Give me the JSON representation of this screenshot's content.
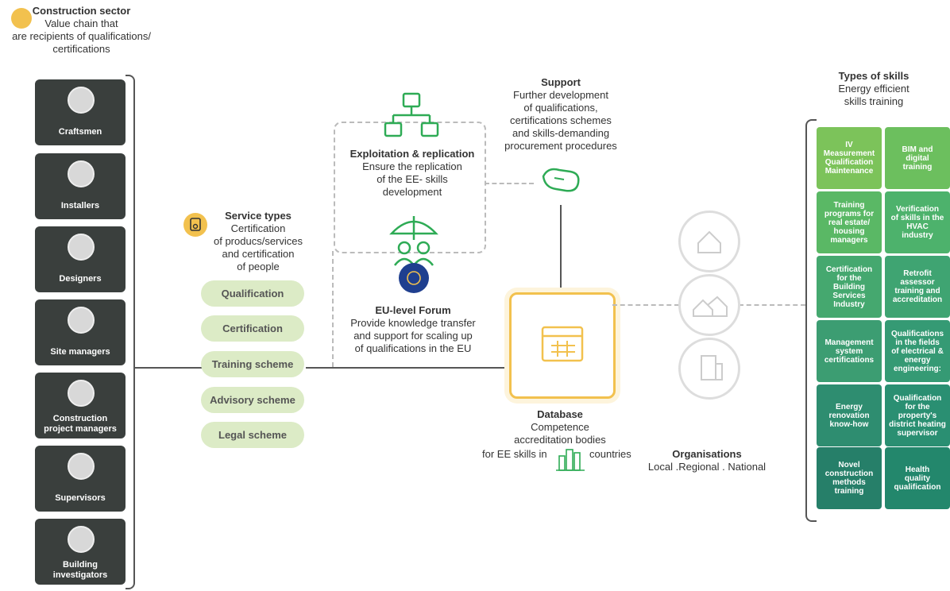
{
  "construction": {
    "title": "Construction sector",
    "subtitle_line1": "Value chain that",
    "subtitle_line2": "are recipients of qualifications/",
    "subtitle_line3": "certifications",
    "actors": [
      "Craftsmen",
      "Installers",
      "Designers",
      "Site managers",
      "Construction project managers",
      "Supervisors",
      "Building investigators"
    ],
    "actor_lines": [
      [
        "Craftsmen"
      ],
      [
        "Installers"
      ],
      [
        "Designers"
      ],
      [
        "Site managers"
      ],
      [
        "Construction",
        "project managers"
      ],
      [
        "Supervisors"
      ],
      [
        "Building",
        "investigators"
      ]
    ]
  },
  "service": {
    "title": "Service types",
    "desc_line1": "Certification",
    "desc_line2": "of producs/services",
    "desc_line3": "and certification",
    "desc_line4": "of people",
    "items": [
      "Qualification",
      "Certification",
      "Training scheme",
      "Advisory scheme",
      "Legal scheme"
    ]
  },
  "exploitation": {
    "title": "Exploitation & replication",
    "line1": "Ensure the replication",
    "line2": "of the EE- skills",
    "line3": "development"
  },
  "support": {
    "title": "Support",
    "line1": "Further development",
    "line2": "of qualifications,",
    "line3": "certifications schemes",
    "line4": "and skills-demanding",
    "line5": "procurement procedures"
  },
  "forum": {
    "title": "EU-level Forum",
    "line1": "Provide knowledge transfer",
    "line2": "and support for scaling up",
    "line3": "of qualifications in the EU"
  },
  "database": {
    "title": "Database",
    "line1": "Competence",
    "line2": "accreditation bodies",
    "line3_a": "for EE skills in",
    "line3_b": "countries"
  },
  "organisations": {
    "title": "Organisations",
    "subtitle": "Local .Regional . National"
  },
  "skills": {
    "title": "Types of skills",
    "subtitle_line1": "Energy efficient",
    "subtitle_line2": "skills training",
    "items": [
      [
        "IV",
        "Measurement",
        "Qualification",
        "Maintenance"
      ],
      [
        "BIM and",
        "digital",
        "training"
      ],
      [
        "Training",
        "programs for",
        "real estate/",
        "housing",
        "managers"
      ],
      [
        "Verification",
        "of skills in the",
        "HVAC",
        "industry"
      ],
      [
        "Certification",
        "for the",
        "Building",
        "Services",
        "Industry"
      ],
      [
        "Retrofit",
        "assessor",
        "training and",
        "accreditation"
      ],
      [
        "Management",
        "system",
        "certifications"
      ],
      [
        "Qualifications",
        "in the fields",
        "of electrical &",
        "energy",
        "engineering:"
      ],
      [
        "Energy",
        "renovation",
        "know-how"
      ],
      [
        "Qualification",
        "for the",
        "property's",
        "district heating",
        "supervisor"
      ],
      [
        "Novel",
        "construction",
        "methods",
        "training"
      ],
      [
        "Health",
        "quality",
        "qualification"
      ]
    ],
    "colors": [
      "#7cc35a",
      "#6cbf5e",
      "#5ab865",
      "#4db26c",
      "#45a86f",
      "#3fa472",
      "#3c9d72",
      "#359a74",
      "#2e8d70",
      "#2a8f72",
      "#267f69",
      "#23876c"
    ]
  },
  "colors": {
    "accent_yellow": "#f2c14e",
    "accent_green": "#2eab55",
    "dark_card": "#3a3f3d",
    "pill_green": "#dcebc6"
  }
}
